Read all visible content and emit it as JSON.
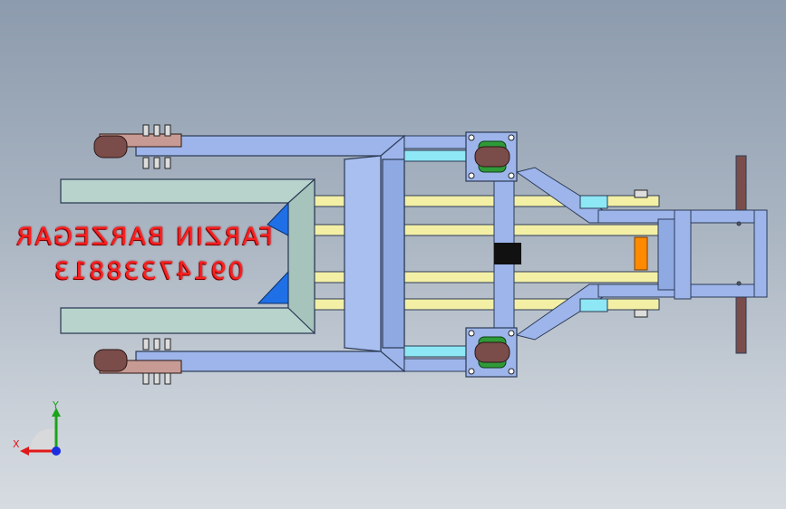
{
  "watermark": {
    "name": "FARZIN BARZEGAR",
    "phone": "09147338813"
  },
  "triad": {
    "x_label": "X",
    "y_label": "Y",
    "x_color": "#e01818",
    "y_color": "#1aa41a",
    "z_color": "#1c2fe0"
  },
  "colors": {
    "frame_blue": "#9db5ea",
    "frame_edge": "#2c3a55",
    "rail_yellow": "#f3f0a6",
    "base_gray": "#b7d3cc",
    "gusset_blue": "#1f6fe6",
    "caster_red": "#7a4d4a",
    "caster_green": "#2e9a38",
    "pin_orange": "#ff8a00",
    "cyan_bar": "#8ee7f4"
  }
}
